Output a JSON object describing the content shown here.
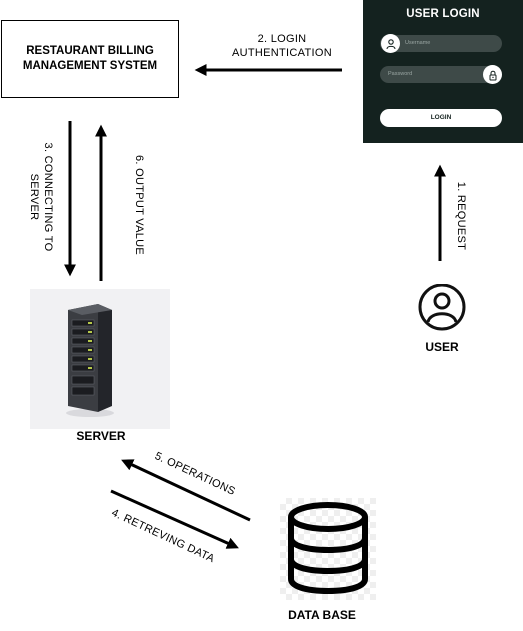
{
  "system": {
    "line1": "RESTAURANT BILLING",
    "line2": "MANAGEMENT SYSTEM"
  },
  "login": {
    "title": "USER LOGIN",
    "username_placeholder": "Username",
    "password_placeholder": "Password",
    "button": "LOGIN",
    "username_icon": "user-icon",
    "password_icon": "padlock-icon"
  },
  "nodes": {
    "user": "USER",
    "server": "SERVER",
    "database": "DATA BASE"
  },
  "flows": {
    "request": "1. REQUEST",
    "login_auth_line1": "2. LOGIN",
    "login_auth_line2": "AUTHENTICATION",
    "connecting_line1": "3. CONNECTING TO",
    "connecting_line2": "SERVER",
    "retrieving": "4. RETREVING DATA",
    "operations": "5. OPERATIONS",
    "output": "6. OUTPUT VALUE"
  },
  "icons": {
    "user": "user-circle-icon",
    "server": "server-rack-icon",
    "database": "database-icon"
  }
}
